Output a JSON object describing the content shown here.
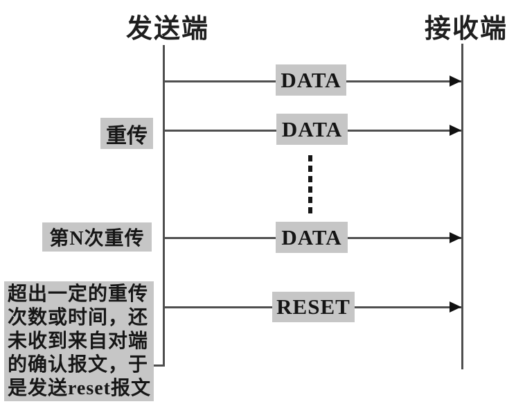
{
  "diagram": {
    "sender": "发送端",
    "receiver": "接收端",
    "messages": [
      {
        "label": "DATA"
      },
      {
        "label": "DATA"
      },
      {
        "label": "DATA"
      },
      {
        "label": "RESET"
      }
    ],
    "annotations": {
      "retransmit": "重传",
      "nth_retransmit": "第N次重传",
      "reset_note_lines": [
        "超出一定的重传",
        "次数或时间，还",
        "未收到来自对端",
        "的确认报文，于",
        "是发送reset报文"
      ]
    },
    "colors": {
      "label_background": "#c6c6c6",
      "line": "#4f4f4f",
      "arrowhead": "#111111",
      "text": "#1c1c1c"
    }
  }
}
